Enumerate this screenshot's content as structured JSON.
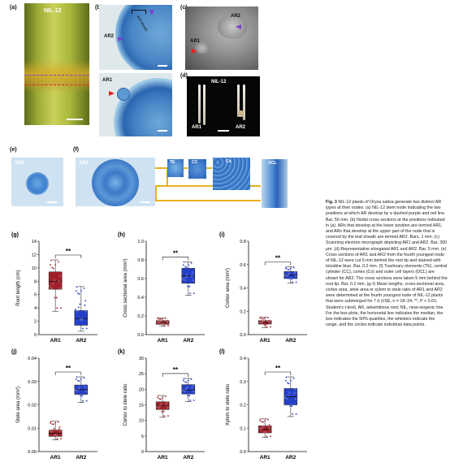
{
  "panels": {
    "a": {
      "label": "(a)",
      "title": "NIL-12"
    },
    "b": {
      "label": "(b)",
      "ar2": "AR2",
      "ar1": "AR1",
      "sheath": "leaf sheath"
    },
    "c": {
      "label": "(c)",
      "ar1": "AR1",
      "ar2": "AR2"
    },
    "d": {
      "label": "(d)",
      "title": "NIL-12",
      "ar1": "AR1",
      "ar2": "AR2"
    },
    "e": {
      "label": "(e)",
      "ar1": "AR1"
    },
    "f": {
      "label": "(f)",
      "ar2": "AR2",
      "te": "TE",
      "cc": "CC",
      "co": "Co",
      "ocl": "OCL"
    }
  },
  "caption": {
    "fig": "Fig. 3",
    "text": " NIL-12 plants of Oryza sativa generate two distinct AR types at their nodes. (a) NIL-12 stem node indicating the two positions at which AR develop by a dashed purple and red line. Bar, 50 mm. (b) Nodal cross sections at the positions indicated in (a). ARs that develop at the lower position are termed AR1, and ARs that develop at the upper part of the node that is covered by the leaf sheath are termed AR2. Bars, 1 mm. (c) Scanning electron micrograph depicting AR1 and AR2. Bar, 300 μm. (d) Representative elongated AR1 and AR2. Bar, 5 mm. (e) Cross sections of AR1 and AR2 from the fourth youngest node of NIL-12 were cut 5 mm behind the root tip and stained with toluidine blue. Bar, 0.2 mm. (f) Tracheary elements (TE), central cylinder (CC), cortex (Co) and outer cell layers (OCL) are shown for AR2. The cross sections were taken 5 mm behind the root tip. Bar, 0.2 mm. (g–l) Mean lengths, cross-sectional area, cortex area, stele area or xylem to stele ratio of AR1 and AR2 were determined at the fourth youngest node of NIL-12 plants that were submerged for 7 d (±SE, n = 18–24, **, P < 0.01; Student’s t-test). AR, adventitious root; NIL, near-isogenic line. For the box plots, the horizontal line indicates the median, the box indicates the 50% quartiles, the whiskers indicate the range, and the circles indicate individual data points."
  },
  "colors": {
    "ar1": "#a0202a",
    "ar2": "#2540c8",
    "gold": "#e8b020"
  },
  "chart_data": [
    {
      "type": "box",
      "panel": "(g)",
      "categories": [
        "AR1",
        "AR2"
      ],
      "ylabel": "Root length (cm)",
      "ylim": [
        0,
        14
      ],
      "yticks": [
        0,
        2,
        4,
        6,
        8,
        10,
        12,
        14
      ],
      "yticklabels": [
        "0",
        "2",
        "4",
        "6",
        "8",
        "10",
        "12",
        "14"
      ],
      "boxes": [
        {
          "min": 3.5,
          "q1": 6.8,
          "median": 8.0,
          "q3": 9.4,
          "max": 11.2
        },
        {
          "min": 0.5,
          "q1": 1.4,
          "median": 2.4,
          "q3": 3.6,
          "max": 7.2
        }
      ],
      "significance": "**"
    },
    {
      "type": "box",
      "panel": "(h)",
      "categories": [
        "AR1",
        "AR2"
      ],
      "ylabel": "Cross sectional area (mm²)",
      "ylim": [
        0,
        1.0
      ],
      "yticks": [
        0,
        0.2,
        0.4,
        0.6,
        0.8,
        1.0
      ],
      "yticklabels": [
        "0.0",
        "0.2",
        "0.4",
        "0.6",
        "0.8",
        "1.0"
      ],
      "boxes": [
        {
          "min": 0.09,
          "q1": 0.11,
          "median": 0.13,
          "q3": 0.15,
          "max": 0.18
        },
        {
          "min": 0.42,
          "q1": 0.55,
          "median": 0.63,
          "q3": 0.71,
          "max": 0.78
        }
      ],
      "significance": "**"
    },
    {
      "type": "box",
      "panel": "(i)",
      "categories": [
        "AR1",
        "AR2"
      ],
      "ylabel": "Cortex area (mm²)",
      "ylim": [
        0,
        0.8
      ],
      "yticks": [
        0,
        0.2,
        0.4,
        0.6,
        0.8
      ],
      "yticklabels": [
        "0.0",
        "0.2",
        "0.4",
        "0.6",
        "0.8"
      ],
      "boxes": [
        {
          "min": 0.06,
          "q1": 0.09,
          "median": 0.1,
          "q3": 0.12,
          "max": 0.15
        },
        {
          "min": 0.44,
          "q1": 0.48,
          "median": 0.51,
          "q3": 0.54,
          "max": 0.58
        }
      ],
      "significance": "**"
    },
    {
      "type": "box",
      "panel": "(j)",
      "categories": [
        "AR1",
        "AR2"
      ],
      "ylabel": "Stele area (mm²)",
      "ylim": [
        0,
        0.04
      ],
      "yticks": [
        0,
        0.01,
        0.02,
        0.03,
        0.04
      ],
      "yticklabels": [
        "0.00",
        "0.01",
        "0.02",
        "0.03",
        "0.04"
      ],
      "boxes": [
        {
          "min": 0.005,
          "q1": 0.0065,
          "median": 0.0078,
          "q3": 0.0092,
          "max": 0.013
        },
        {
          "min": 0.021,
          "q1": 0.0245,
          "median": 0.0265,
          "q3": 0.0285,
          "max": 0.032
        }
      ],
      "significance": "**"
    },
    {
      "type": "box",
      "panel": "(k)",
      "categories": [
        "AR1",
        "AR2"
      ],
      "ylabel": "Cortex to stele ratio",
      "ylim": [
        0,
        30
      ],
      "yticks": [
        0,
        5,
        10,
        15,
        20,
        25,
        30
      ],
      "yticklabels": [
        "0",
        "5",
        "10",
        "15",
        "20",
        "25",
        "30"
      ],
      "boxes": [
        {
          "min": 11,
          "q1": 13.5,
          "median": 14.8,
          "q3": 16,
          "max": 18
        },
        {
          "min": 16,
          "q1": 18.5,
          "median": 19.8,
          "q3": 21.5,
          "max": 23.5
        }
      ],
      "significance": "**"
    },
    {
      "type": "box",
      "panel": "(l)",
      "categories": [
        "AR1",
        "AR2"
      ],
      "ylabel": "Xylem to stele ratio",
      "ylim": [
        0,
        0.4
      ],
      "yticks": [
        0,
        0.1,
        0.2,
        0.3,
        0.4
      ],
      "yticklabels": [
        "0.0",
        "0.1",
        "0.2",
        "0.3",
        "0.4"
      ],
      "boxes": [
        {
          "min": 0.06,
          "q1": 0.08,
          "median": 0.095,
          "q3": 0.11,
          "max": 0.14
        },
        {
          "min": 0.15,
          "q1": 0.2,
          "median": 0.235,
          "q3": 0.27,
          "max": 0.32
        }
      ],
      "significance": "**"
    }
  ]
}
